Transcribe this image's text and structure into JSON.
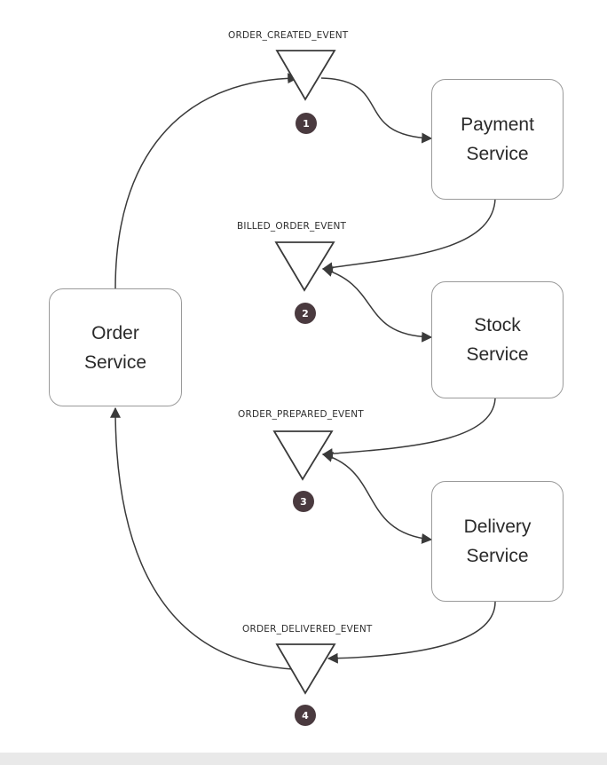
{
  "services": [
    {
      "id": "order",
      "label": "Order\nService"
    },
    {
      "id": "payment",
      "label": "Payment\nService"
    },
    {
      "id": "stock",
      "label": "Stock\nService"
    },
    {
      "id": "delivery",
      "label": "Delivery\nService"
    }
  ],
  "events": [
    {
      "step": "1",
      "label": "ORDER_CREATED_EVENT"
    },
    {
      "step": "2",
      "label": "BILLED_ORDER_EVENT"
    },
    {
      "step": "3",
      "label": "ORDER_PREPARED_EVENT"
    },
    {
      "step": "4",
      "label": "ORDER_DELIVERED_EVENT"
    }
  ],
  "colors": {
    "box_border": "#9a9a9a",
    "line": "#3a3a3a",
    "step_badge": "#4a3a3f",
    "background": "#ffffff"
  }
}
